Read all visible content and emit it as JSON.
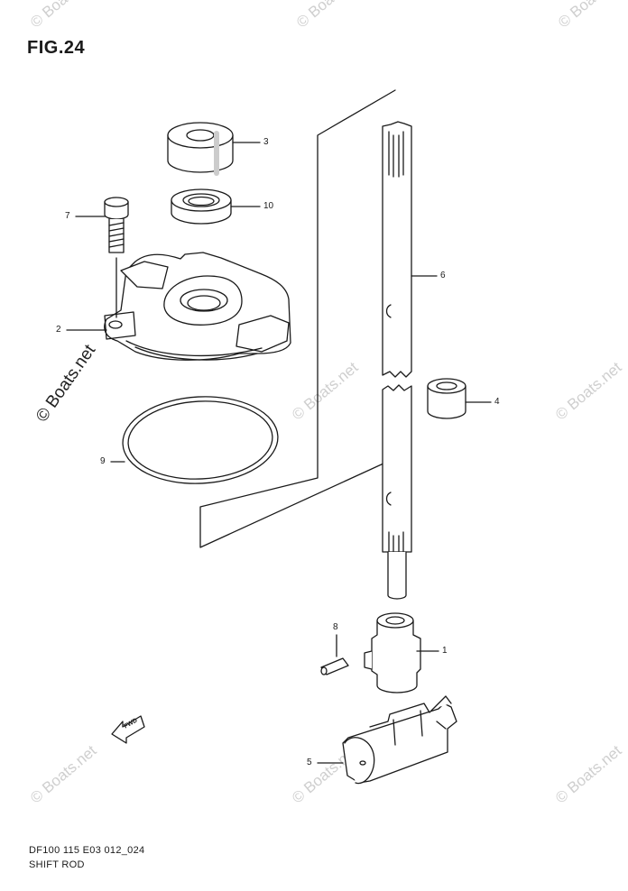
{
  "figure": {
    "title": "FIG.24",
    "caption_line1": "DF100 115 E03 012_024",
    "caption_line2": "SHIFT ROD"
  },
  "watermark": {
    "text": "© Boats.net",
    "color": "#cfcfcf"
  },
  "direction_tag": "FWD",
  "callouts": [
    {
      "id": "callout-1",
      "label": "1"
    },
    {
      "id": "callout-2",
      "label": "2"
    },
    {
      "id": "callout-3",
      "label": "3"
    },
    {
      "id": "callout-4",
      "label": "4"
    },
    {
      "id": "callout-5",
      "label": "5"
    },
    {
      "id": "callout-6",
      "label": "6"
    },
    {
      "id": "callout-7",
      "label": "7"
    },
    {
      "id": "callout-8",
      "label": "8"
    },
    {
      "id": "callout-9",
      "label": "9"
    },
    {
      "id": "callout-10",
      "label": "10"
    }
  ]
}
